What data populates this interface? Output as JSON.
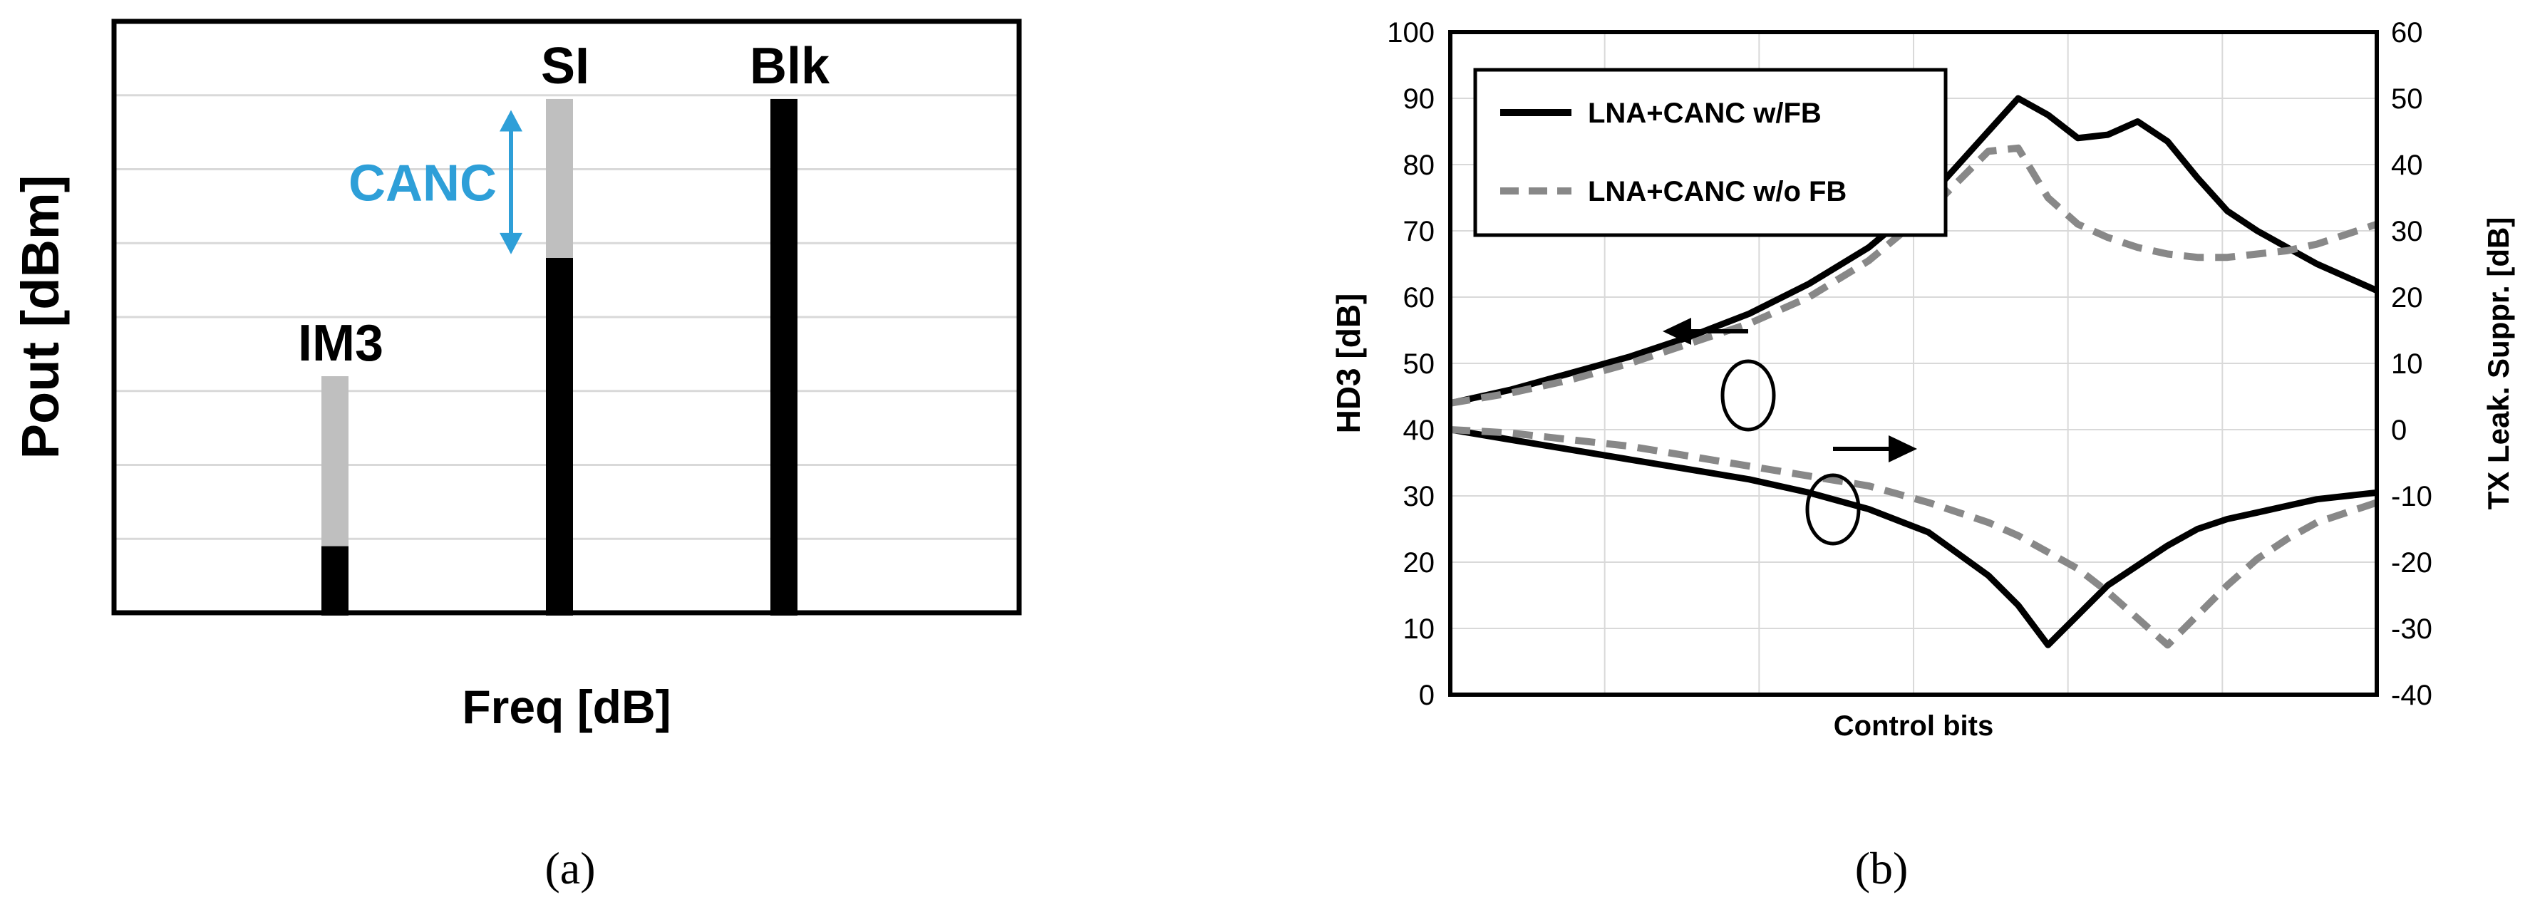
{
  "panels": {
    "a": {
      "caption": "(a)"
    },
    "b": {
      "caption": "(b)"
    }
  },
  "colors": {
    "black": "#000000",
    "gray_bar": "#bfbfbf",
    "dashed_series": "#888888",
    "canc_blue": "#2e9fd8",
    "grid": "#d9d9d9"
  },
  "chart_data": [
    {
      "type": "bar",
      "panel": "a",
      "xlabel": "Freq [dB]",
      "ylabel": "Pout [dBm]",
      "ylim": [
        0,
        8
      ],
      "grid": true,
      "categories": [
        "IM3",
        "SI",
        "Blk"
      ],
      "series": [
        {
          "color": "#000000",
          "values": [
            0.9,
            4.8,
            6.95
          ]
        },
        {
          "color": "#bfbfbf",
          "values": [
            3.2,
            6.95,
            6.95
          ]
        }
      ],
      "annotations": [
        {
          "text": "CANC",
          "type": "double-arrow",
          "category": "SI",
          "from": 4.85,
          "to": 6.8
        }
      ]
    },
    {
      "type": "line",
      "panel": "b",
      "xlabel": "Control bits",
      "ylabel": "HD3  [dB]",
      "y2label": "TX Leak. Suppr.  [dB]",
      "xlim": [
        0,
        31
      ],
      "ylim": [
        0,
        100
      ],
      "y2lim": [
        -40,
        60
      ],
      "yticks": [
        0,
        10,
        20,
        30,
        40,
        50,
        60,
        70,
        80,
        90,
        100
      ],
      "y2ticks": [
        -40,
        -30,
        -20,
        -10,
        0,
        10,
        20,
        30,
        40,
        50,
        60
      ],
      "grid": true,
      "legend": "top-left",
      "legend_entries": [
        "LNA+CANC w/FB",
        "LNA+CANC w/o FB"
      ],
      "x": [
        0,
        2,
        4,
        6,
        8,
        10,
        12,
        14,
        16,
        18,
        19,
        20,
        21,
        22,
        23,
        24,
        25,
        26,
        27,
        28,
        29,
        30,
        31
      ],
      "series": [
        {
          "name": "LNA+CANC w/FB",
          "axis": "left",
          "style": "solid",
          "color": "#000000",
          "values": [
            44,
            46,
            48.5,
            51,
            54,
            57.5,
            62,
            67.5,
            75,
            85,
            90,
            87.5,
            84,
            84.5,
            86.5,
            83.5,
            78,
            73,
            70,
            67.5,
            65,
            63,
            61
          ]
        },
        {
          "name": "LNA+CANC w/o FB",
          "axis": "left",
          "style": "dashed",
          "color": "#888888",
          "values": [
            44,
            45.5,
            47.5,
            50,
            53,
            56,
            60,
            65.5,
            73,
            82,
            82.5,
            75,
            71,
            69,
            67.5,
            66.5,
            66,
            66,
            66.5,
            67,
            68,
            69.5,
            71
          ]
        },
        {
          "name": "LNA+CANC w/FB",
          "axis": "right",
          "style": "solid",
          "color": "#000000",
          "values": [
            0,
            -1.5,
            -3,
            -4.5,
            -6,
            -7.5,
            -9.5,
            -12,
            -15.5,
            -22,
            -26.5,
            -32.5,
            -28,
            -23.5,
            -20.5,
            -17.5,
            -15,
            -13.5,
            -12.5,
            -11.5,
            -10.5,
            -10,
            -9.5
          ]
        },
        {
          "name": "LNA+CANC w/o FB",
          "axis": "right",
          "style": "dashed",
          "color": "#888888",
          "values": [
            0,
            -0.5,
            -1.5,
            -2.5,
            -4,
            -5.5,
            -7,
            -8.5,
            -11,
            -14,
            -16,
            -18.5,
            -21,
            -24.5,
            -28.5,
            -32.5,
            -28,
            -23.5,
            -19.5,
            -16.5,
            -14,
            -12.5,
            -11
          ]
        }
      ]
    }
  ]
}
